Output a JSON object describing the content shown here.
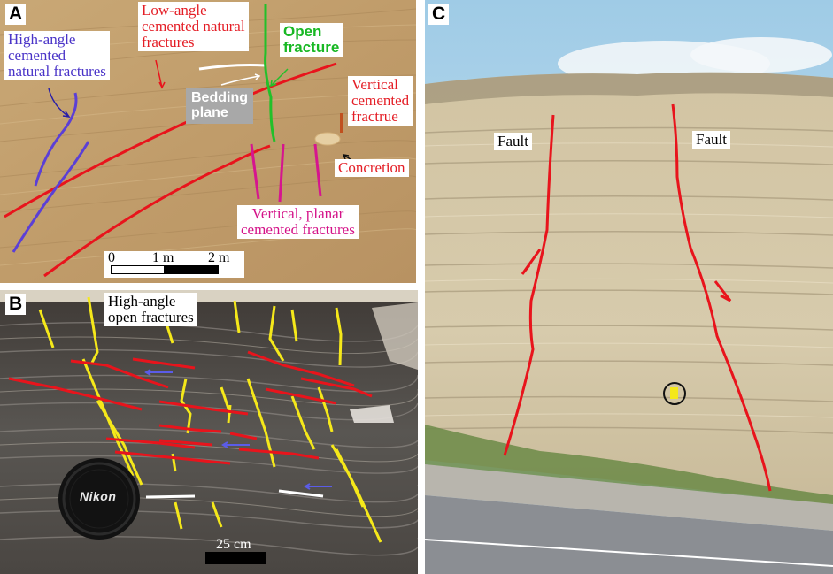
{
  "panels": {
    "a": {
      "letter": "A",
      "labels": {
        "low_angle": "Low-angle\ncemented natural\nfractures",
        "high_angle": "High-angle\ncemented\nnatural fractures",
        "open_fracture": "Open\nfracture",
        "bedding_plane": "Bedding\nplane",
        "vertical_cemented": "Vertical\ncemented\nfractrue",
        "concretion": "Concretion",
        "vertical_planar": "Vertical, planar\ncemented fractures"
      },
      "scale": {
        "zero": "0",
        "one": "1 m",
        "two": "2 m"
      }
    },
    "b": {
      "letter": "B",
      "labels": {
        "high_angle_open": "High-angle\nopen  fractures"
      },
      "lens_cap_text": "Nikon",
      "scale": "25 cm"
    },
    "c": {
      "letter": "C",
      "labels": {
        "fault_left": "Fault",
        "fault_right": "Fault"
      }
    }
  },
  "colors": {
    "red_lines": "#e8141c",
    "blue_lines": "#5b3fd6",
    "green_lines": "#22c02a",
    "magenta_lines": "#d6158f",
    "yellow_lines": "#f5e81a",
    "label_red": "#e41e26",
    "label_blue": "#4a34c8",
    "label_green": "#18b824",
    "label_magenta": "#d41288"
  }
}
